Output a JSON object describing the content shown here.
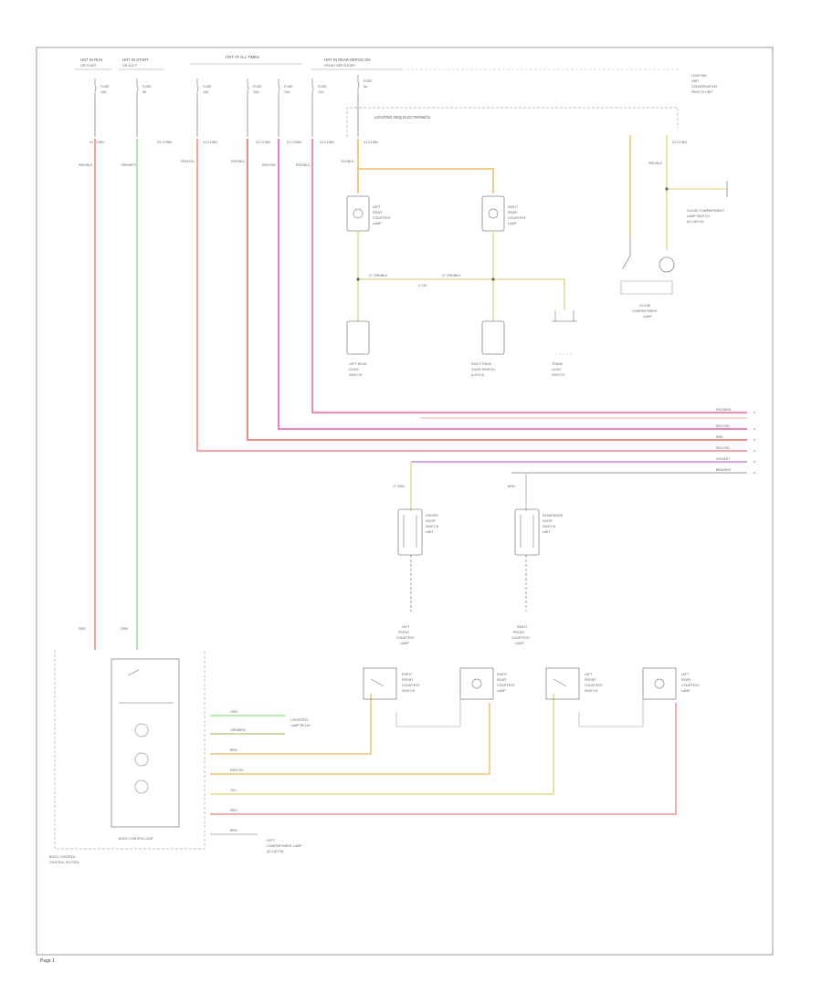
{
  "header": {
    "hot_run": "HOT IN RUN",
    "hot_run_sub": "OR START",
    "hot_start": "HOT IN START",
    "hot_start_sub": "OR ACCY",
    "hot_all": "HOT AT ALL TIMES",
    "hot_rear": "HOT IN REAR DEFOG ON",
    "hot_rear_sub": "FRONT DEFOGGER"
  },
  "fuses": [
    "FUSE",
    "FUSE",
    "FUSE",
    "FUSE",
    "FUSE",
    "FUSE",
    "FUSE"
  ],
  "fuse_amps": [
    "10A",
    "5A",
    "10A",
    "10A",
    "10A",
    "10A",
    "5A"
  ],
  "lighting_box": "LIGHTING REQ ELECTRONICS",
  "lamp_top_right": [
    "LIGHTING",
    "UNIT",
    "CONSERVATION",
    "SWITCH UNIT"
  ],
  "connector_codes": [
    "X1 CONN",
    "X1 CONN",
    "X1 CONN",
    "X1 CONN",
    "X1 CONN",
    "X1 CONN",
    "X1 CONN",
    "X1 CONN"
  ],
  "wire_colors_top": [
    "RED/BLK",
    "GRN/WHT",
    "RED/YEL",
    "RED/BLK",
    "RED/YEL",
    "RED/BLK",
    "YEL/BLK",
    "RED/BLK"
  ],
  "components_upper": {
    "left_lamp": [
      "LEFT",
      "REAR",
      "COURTESY",
      "LAMP"
    ],
    "right_lamp": [
      "RIGHT",
      "REAR",
      "COURTESY",
      "LAMP"
    ],
    "glove_lamp": [
      "GLOVE",
      "COMPARTMENT",
      "LAMP"
    ],
    "glove_switch": [
      "GLOVE COMPARTMENT",
      "LAMP SWITCH",
      "(IN LATCH)"
    ],
    "left_switch": [
      "LEFT REAR",
      "DOOR",
      "SWITCH"
    ],
    "right_switch": [
      "RIGHT REAR",
      "DOOR SWITCH",
      "(LATCH)"
    ],
    "trunk": [
      "TRUNK",
      "LIGHT",
      "SWITCH"
    ]
  },
  "splice_label": "S 215",
  "harness_labels": [
    "LT GRN/BLK",
    "LT GRN/BLK"
  ],
  "bus_labels": [
    "RED/BRN",
    "RED/YEL",
    "RED",
    "RED/YEL",
    "VIO/WHT",
    "BRN/WHT"
  ],
  "mid_components": {
    "left": [
      "DRIVER",
      "DOOR",
      "SWITCH",
      "UNIT"
    ],
    "right": [
      "PASSENGER",
      "DOOR",
      "SWITCH",
      "UNIT"
    ],
    "left_below": [
      "LEFT",
      "FRONT",
      "COURTESY",
      "LAMP"
    ],
    "right_below": [
      "RIGHT",
      "FRONT",
      "COURTESY",
      "LAMP"
    ]
  },
  "lower_components": [
    [
      "RIGHT",
      "FRONT",
      "COURTESY",
      "SWITCH"
    ],
    [
      "RIGHT",
      "REAR",
      "COURTESY",
      "LAMP"
    ],
    [
      "LEFT",
      "FRONT",
      "COURTESY",
      "SWITCH"
    ],
    [
      "LEFT",
      "REAR",
      "COURTESY",
      "LAMP"
    ]
  ],
  "module": {
    "name": "BODY CONTROL UNIT",
    "outer": [
      "BODY CONTROL",
      "CENTRAL SYSTEM"
    ],
    "outputs": [
      "GRN",
      "GRN/BRN",
      "BRN",
      "RED/YEL",
      "YEL",
      "RED",
      "BRN"
    ],
    "output_targets": [
      "COURTESY",
      "LAMP RELAY"
    ],
    "ground": [
      "LEFT",
      "COMPARTMENT LAMP",
      "(IN LATCH)"
    ]
  },
  "page_number": "Page 1"
}
